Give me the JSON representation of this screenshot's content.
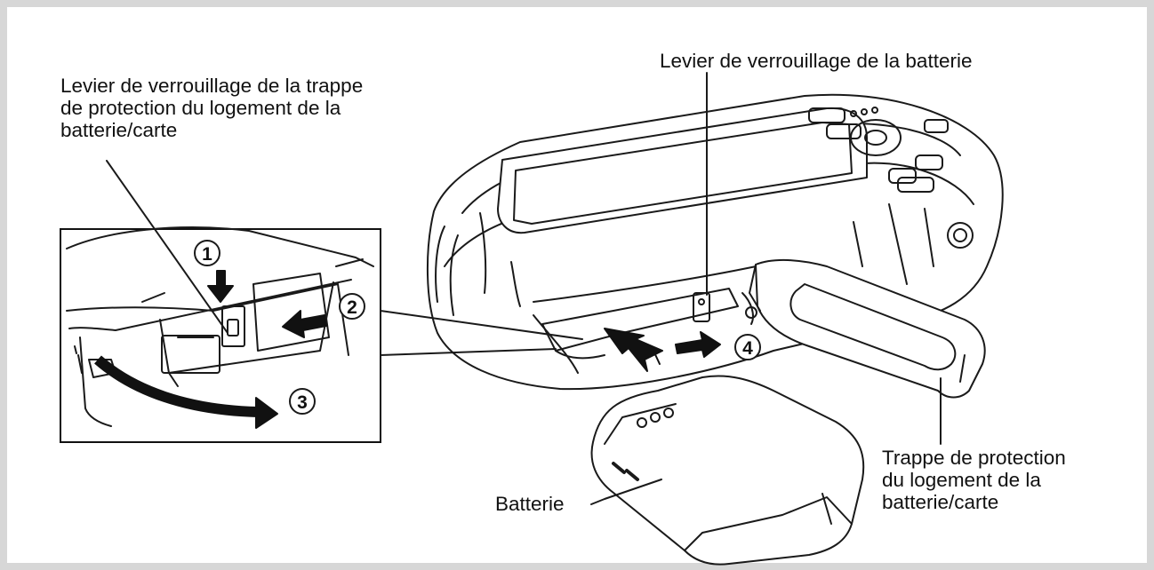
{
  "labels": {
    "cover_lock_lever": [
      "Levier de verrouillage de la trappe",
      "de protection du logement de la",
      "batterie/carte"
    ],
    "battery_lock_lever": "Levier de verrouillage de la batterie",
    "battery_cover": [
      "Trappe de protection",
      "du logement de la",
      "batterie/carte"
    ],
    "battery": "Batterie"
  },
  "steps": [
    "1",
    "2",
    "3",
    "4"
  ]
}
